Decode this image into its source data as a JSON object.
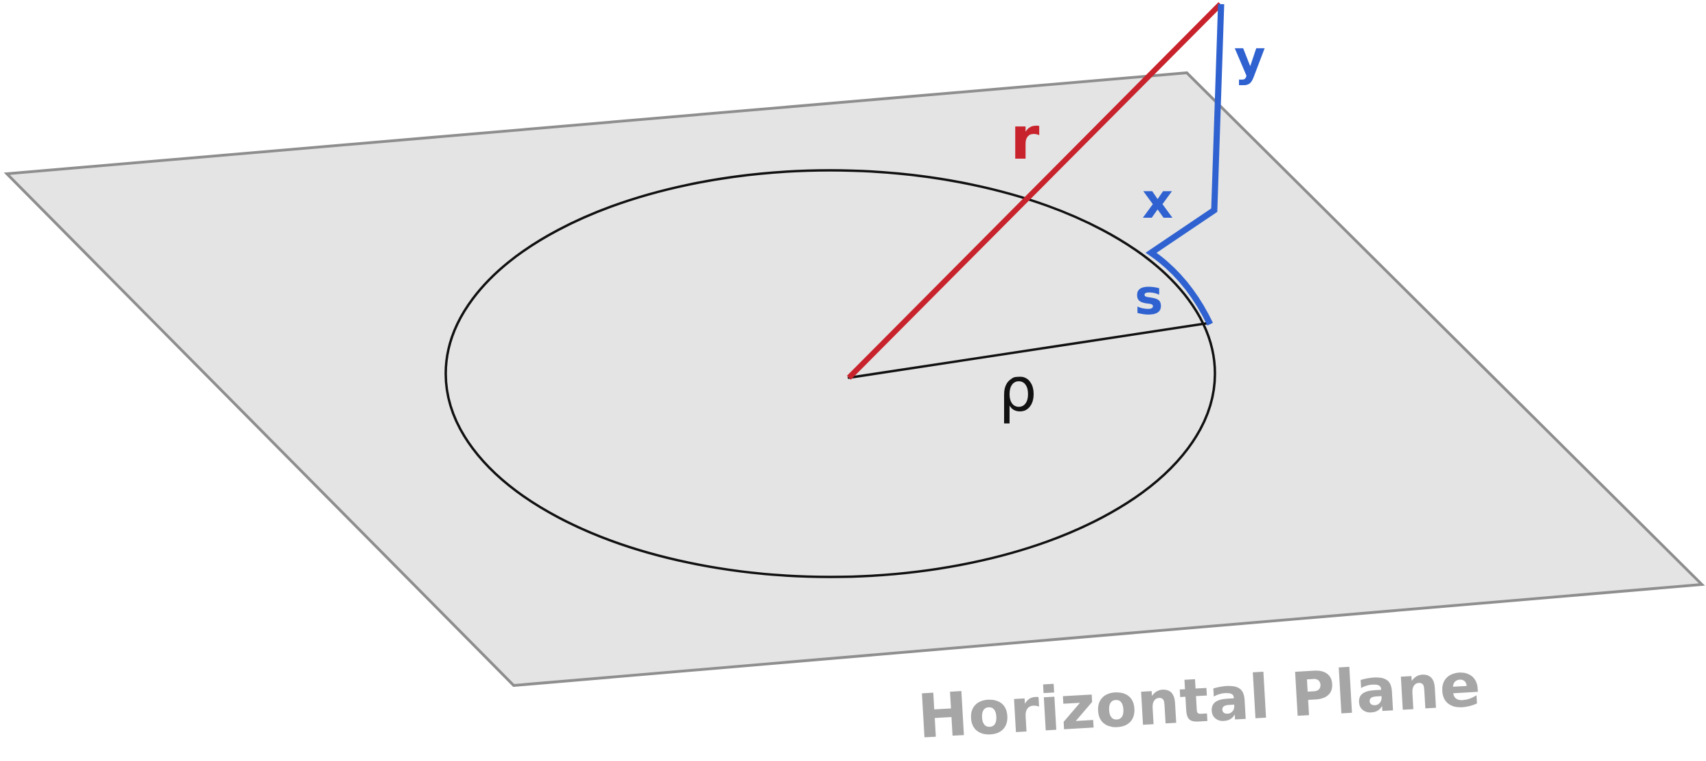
{
  "labels": {
    "r": "r",
    "y": "y",
    "x": "x",
    "s": "s",
    "rho": "ρ",
    "plane": "Horizontal Plane"
  },
  "colors": {
    "plane_fill": "#e4e4e4",
    "plane_edge": "#8e8e8e",
    "r_line": "#c8232c",
    "blue_segments": "#2f62d0",
    "circle": "#111111",
    "plane_label": "#a6a6a6"
  }
}
